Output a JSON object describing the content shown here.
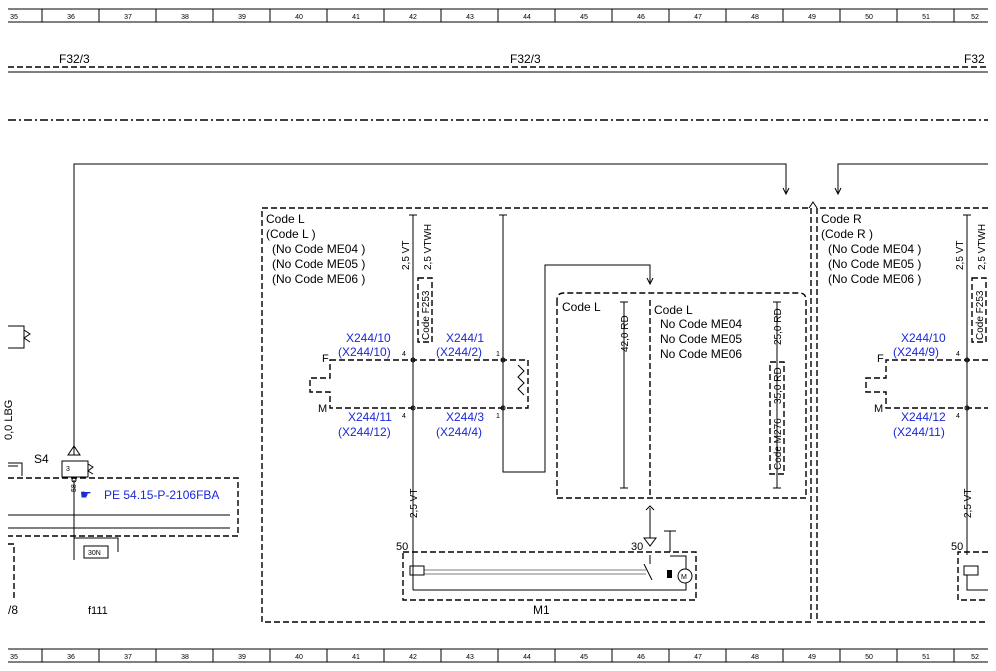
{
  "grid": {
    "columns": [
      "35",
      "36",
      "37",
      "38",
      "39",
      "40",
      "41",
      "42",
      "43",
      "44",
      "45",
      "46",
      "47",
      "48",
      "49",
      "50",
      "51",
      "52"
    ]
  },
  "fuses": {
    "left_ref": "F32/3",
    "center_ref": "F32/3",
    "right_ref": "F32"
  },
  "left_block": {
    "switch_label": "S4",
    "pin3": "3",
    "pin_58": "58",
    "relay_label": "30N",
    "ref_link": "PE 54.15-P-2106FBA",
    "cut_label": "/8",
    "fuse_label": "f111",
    "vert_text": "0,0 LBG"
  },
  "left_region": {
    "code_lines": [
      "Code L",
      "(Code L )",
      "(No Code ME04 )",
      "(No Code ME05 )",
      "(No Code ME06 )"
    ],
    "wire_vt": "2,5 VT",
    "wire_vtwh": "2,5 VTWH",
    "code_f253": "Code F253",
    "conn_f": "F",
    "conn_m": "M",
    "pin4": "4",
    "pin1": "1",
    "x244_10": "X244/10",
    "x244_10b": "(X244/10)",
    "x244_1": "X244/1",
    "x244_2b": "(X244/2)",
    "x244_11": "X244/11",
    "x244_12b": "(X244/12)",
    "x244_3": "X244/3",
    "x244_4b": "(X244/4)",
    "wire_lower": "2,5 VT",
    "inner_left_code": "Code L",
    "inner_right_code": [
      "Code L",
      "No Code ME04",
      "No Code ME05",
      "No Code ME06"
    ],
    "rd_42": "42,0 RD",
    "rd_25": "25,0 RD",
    "rd_35": "35,0 RD",
    "code_m276": "Code M276",
    "pin50": "50",
    "pin30": "30",
    "motor_symbol": "M",
    "motor_label": "M1"
  },
  "right_region": {
    "code_lines": [
      "Code R",
      "(Code R )",
      "(No Code ME04 )",
      "(No Code ME05 )",
      "(No Code ME06 )"
    ],
    "wire_vt": "2,5 VT",
    "wire_vtwh": "2,5 VTWH",
    "code_f253": "Code F253",
    "conn_f": "F",
    "conn_m": "M",
    "pin4": "4",
    "x244_10": "X244/10",
    "x244_9b": "(X244/9)",
    "x244_12": "X244/12",
    "x244_11b": "(X244/11)",
    "wire_lower": "2,5 VT",
    "pin50": "50"
  }
}
